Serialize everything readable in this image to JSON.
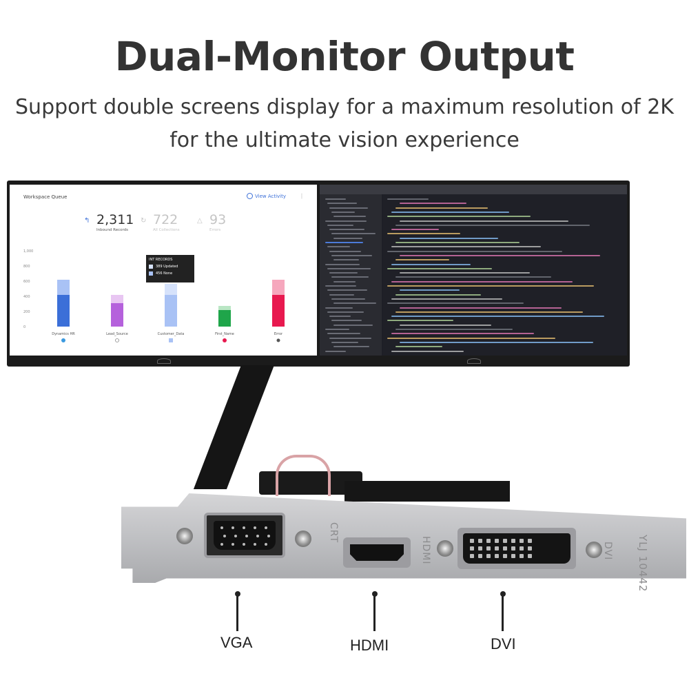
{
  "headline": "Dual-Monitor Output",
  "subline": {
    "line1": "Support double screens display for a maximum resolution of 2K",
    "line2": "for the ultimate vision experience"
  },
  "left_screen": {
    "title": "Workspace Queue",
    "link": "View Activity",
    "stats": [
      {
        "value": "2,311",
        "label": "Inbound Records"
      },
      {
        "value": "722",
        "label": "All Collections"
      },
      {
        "value": "93",
        "label": "Errors"
      }
    ],
    "y_ticks": [
      "1,000",
      "800",
      "600",
      "400",
      "200",
      "0"
    ],
    "tooltip": {
      "header": "INT RECORDS",
      "rows": [
        "389 Updated",
        "456 None"
      ]
    },
    "categories": [
      "Dynamics HR",
      "Lead_Source",
      "Customer_Data",
      "First_Name",
      "Error"
    ]
  },
  "ports": {
    "vga": "VGA",
    "hdmi": "HDMI",
    "dvi": "DVI"
  },
  "bracket_etchings": {
    "crt": "CRT",
    "hdmi": "HDMI",
    "dvi": "DVI",
    "serial": "YLJ 10442"
  },
  "colors": {
    "accent": "#3b6fd8",
    "dark_bezel": "#1b1b1b",
    "editor_bg": "#1f2027"
  }
}
